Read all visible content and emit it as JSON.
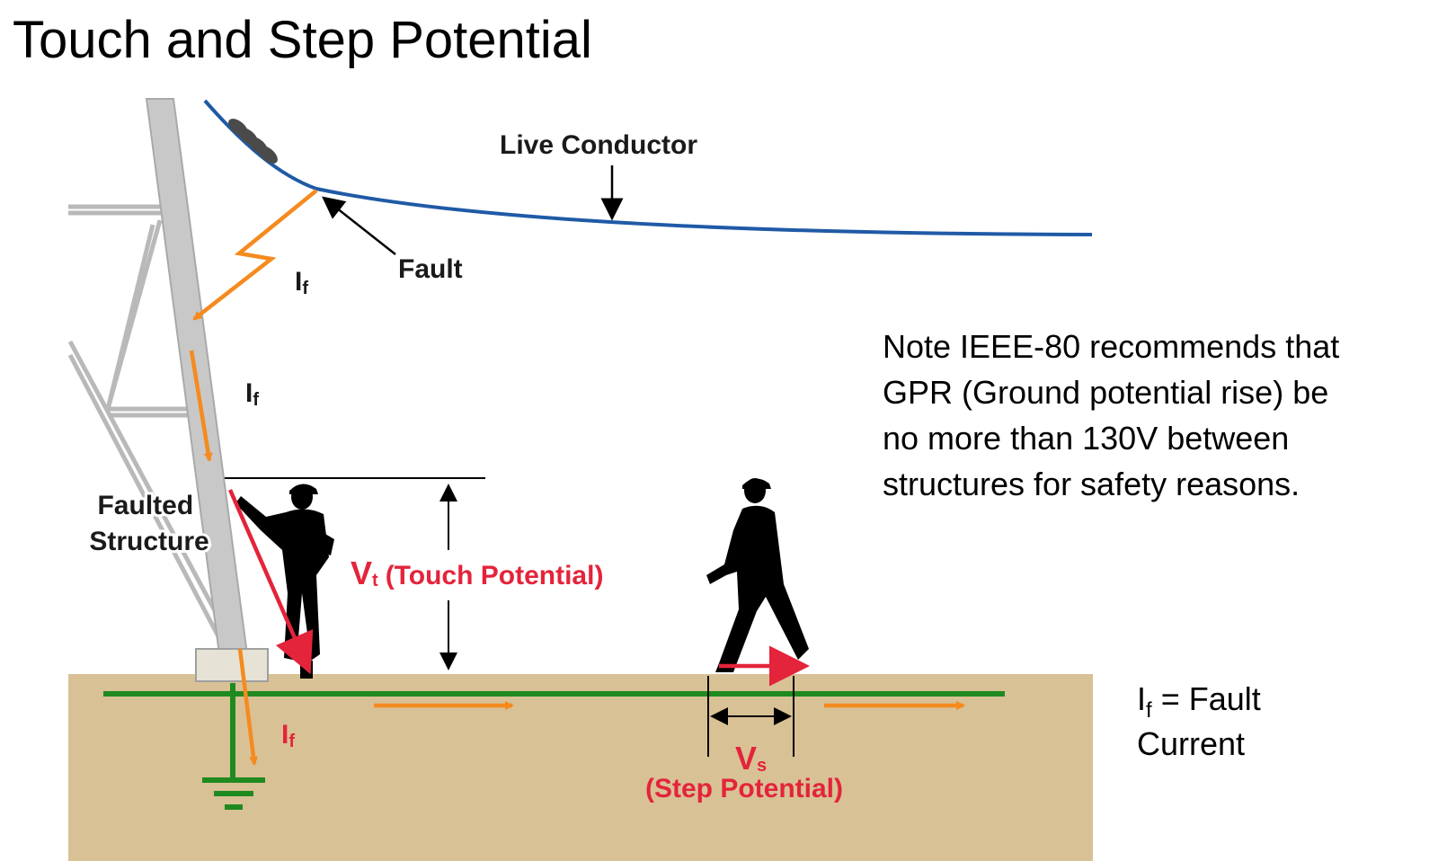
{
  "title": "Touch and Step Potential",
  "labels": {
    "live_conductor": "Live Conductor",
    "fault": "Fault",
    "fault_current_symbol": "I",
    "fault_current_sub": "f",
    "faulted_structure_line1": "Faulted",
    "faulted_structure_line2": "Structure",
    "touch_symbol": "V",
    "touch_sub": "t",
    "touch_text": "(Touch Potential)",
    "step_symbol": "V",
    "step_sub": "s",
    "step_text": "(Step Potential)"
  },
  "note": {
    "lines": [
      "Note IEEE-80 recommends that",
      "GPR (Ground potential rise) be",
      "no more than 130V between",
      "structures  for safety reasons."
    ]
  },
  "legend": {
    "symbol": "I",
    "sub": "f",
    "text": " = Fault",
    "line2": "Current"
  },
  "colors": {
    "conductor": "#1f5aa6",
    "fault_current": "#f58a1f",
    "ground_wire": "#1f8a1f",
    "potential": "#e3243b",
    "soil": "#d9c196",
    "structure": "#c8c8c8"
  }
}
